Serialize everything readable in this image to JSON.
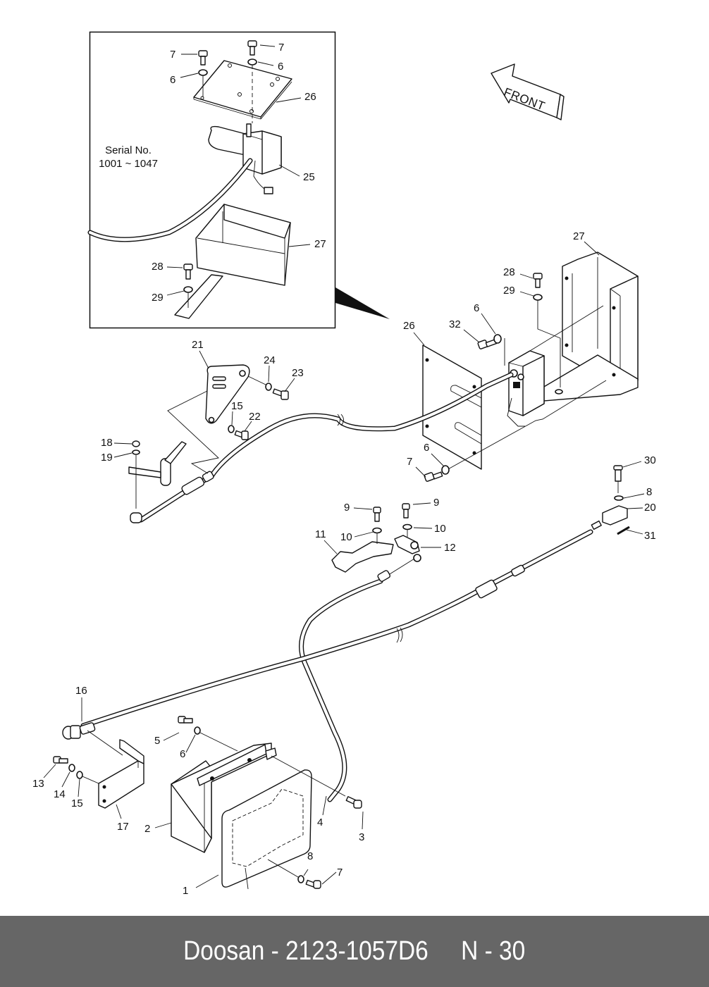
{
  "diagram": {
    "title": "Doosan parts exploded view",
    "inset": {
      "serial_label": "Serial No.",
      "serial_range": "1001 ~ 1047"
    },
    "front_arrow": {
      "label": "FRONT",
      "direction": "upper-left"
    },
    "callouts": [
      {
        "id": "inset-7a",
        "label": "7"
      },
      {
        "id": "inset-7b",
        "label": "7"
      },
      {
        "id": "inset-6a",
        "label": "6"
      },
      {
        "id": "inset-6b",
        "label": "6"
      },
      {
        "id": "inset-26",
        "label": "26"
      },
      {
        "id": "inset-25",
        "label": "25"
      },
      {
        "id": "inset-27",
        "label": "27"
      },
      {
        "id": "inset-28",
        "label": "28"
      },
      {
        "id": "inset-29",
        "label": "29"
      },
      {
        "id": "main-27",
        "label": "27"
      },
      {
        "id": "main-28",
        "label": "28"
      },
      {
        "id": "main-29",
        "label": "29"
      },
      {
        "id": "main-6a",
        "label": "6"
      },
      {
        "id": "main-32",
        "label": "32"
      },
      {
        "id": "main-26",
        "label": "26"
      },
      {
        "id": "main-21",
        "label": "21"
      },
      {
        "id": "main-24",
        "label": "24"
      },
      {
        "id": "main-23",
        "label": "23"
      },
      {
        "id": "main-15a",
        "label": "15"
      },
      {
        "id": "main-22",
        "label": "22"
      },
      {
        "id": "main-18",
        "label": "18"
      },
      {
        "id": "main-19",
        "label": "19"
      },
      {
        "id": "main-6b",
        "label": "6"
      },
      {
        "id": "main-7a",
        "label": "7"
      },
      {
        "id": "main-30",
        "label": "30"
      },
      {
        "id": "main-8a",
        "label": "8"
      },
      {
        "id": "main-20",
        "label": "20"
      },
      {
        "id": "main-31",
        "label": "31"
      },
      {
        "id": "main-9a",
        "label": "9"
      },
      {
        "id": "main-9b",
        "label": "9"
      },
      {
        "id": "main-10a",
        "label": "10"
      },
      {
        "id": "main-10b",
        "label": "10"
      },
      {
        "id": "main-11",
        "label": "11"
      },
      {
        "id": "main-12",
        "label": "12"
      },
      {
        "id": "main-16",
        "label": "16"
      },
      {
        "id": "main-5",
        "label": "5"
      },
      {
        "id": "main-6c",
        "label": "6"
      },
      {
        "id": "main-13",
        "label": "13"
      },
      {
        "id": "main-14",
        "label": "14"
      },
      {
        "id": "main-15b",
        "label": "15"
      },
      {
        "id": "main-17",
        "label": "17"
      },
      {
        "id": "main-2",
        "label": "2"
      },
      {
        "id": "main-4",
        "label": "4"
      },
      {
        "id": "main-3",
        "label": "3"
      },
      {
        "id": "main-8b",
        "label": "8"
      },
      {
        "id": "main-7b",
        "label": "7"
      },
      {
        "id": "main-1",
        "label": "1"
      }
    ]
  },
  "footer": {
    "brand": "Doosan",
    "part_number": "2123-1057D6",
    "page": "N - 30",
    "text": "Doosan - 2123-1057D6     N - 30",
    "background_color": "#666666",
    "text_color": "#ffffff"
  }
}
